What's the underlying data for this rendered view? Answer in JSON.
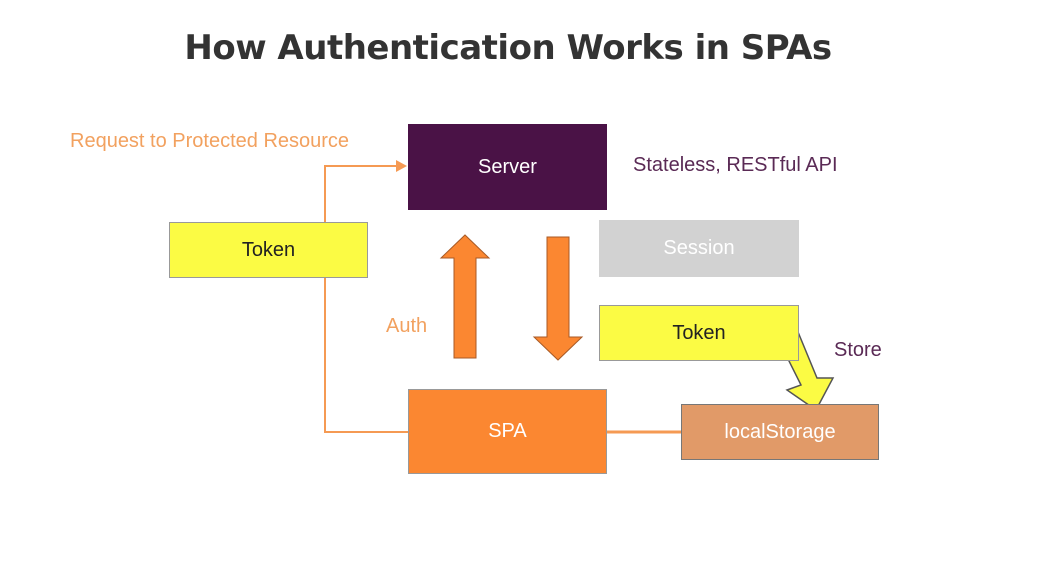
{
  "title": "How Authentication Works in SPAs",
  "nodes": {
    "server": "Server",
    "token_left": "Token",
    "session": "Session",
    "token_right": "Token",
    "spa": "SPA",
    "local_storage": "localStorage"
  },
  "labels": {
    "request": "Request to Protected Resource",
    "stateless": "Stateless, RESTful API",
    "auth": "Auth",
    "store": "Store"
  },
  "colors": {
    "server": "#4a1246",
    "token": "#fbfb44",
    "session": "#d2d2d2",
    "spa": "#fb8731",
    "local_storage": "#e19a68",
    "line": "#f59a53",
    "label_orange": "#f2a15f",
    "label_purple": "#5a2a55",
    "title": "#333333"
  }
}
